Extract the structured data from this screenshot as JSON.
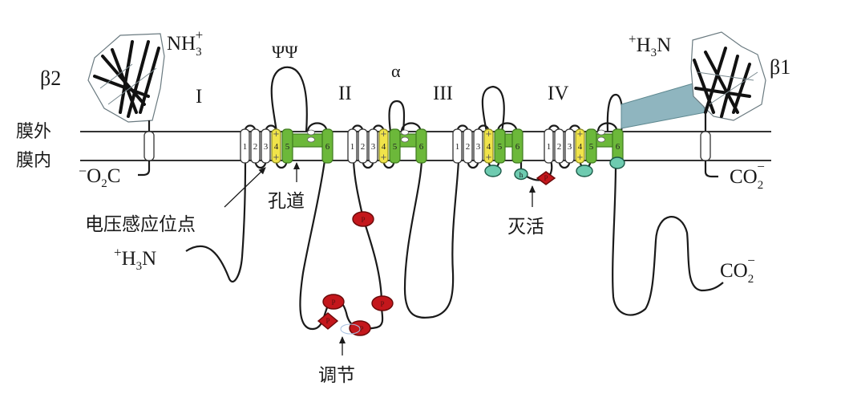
{
  "diagram": {
    "title": "Voltage-gated sodium channel α subunit with β1 and β2 subunits",
    "membrane": {
      "outside_label": "膜外",
      "inside_label": "膜内"
    },
    "domains": [
      {
        "id": "I",
        "label": "I"
      },
      {
        "id": "II",
        "label": "II"
      },
      {
        "id": "III",
        "label": "III"
      },
      {
        "id": "IV",
        "label": "IV"
      }
    ],
    "segments": [
      "1",
      "2",
      "3",
      "4",
      "5",
      "6"
    ],
    "voltage_sensor_marks": [
      "+",
      "+"
    ],
    "subunits": {
      "beta2": {
        "label": "β2",
        "n_terminus": "NH",
        "n_sub": "3",
        "n_sup": "+",
        "c_terminus_pre": "−",
        "c_terminus": "O",
        "c_sub": "2",
        "c_post": "C"
      },
      "beta1": {
        "label": "β1",
        "n_pre": "+",
        "n_terminus": "H",
        "n_sub": "3",
        "n_post": "N",
        "c_terminus": "CO",
        "c_sub": "2",
        "c_sup": "−"
      },
      "alpha": {
        "label": "α",
        "n_pre": "+",
        "n_terminus": "H",
        "n_sub": "3",
        "n_post": "N",
        "c_terminus": "CO",
        "c_sub": "2",
        "c_sup": "−"
      }
    },
    "glycosylation_label": "ΨΨ",
    "annotations": {
      "voltage_sensor": "电压感应位点",
      "pore": "孔道",
      "inactivation": "灭活",
      "regulation": "调节"
    },
    "markers": {
      "phospho": "P",
      "inactivation_gate": "h"
    },
    "colors": {
      "s4_voltage_sensor": "#f0e34a",
      "pore_segments": "#6cb83a",
      "gate_ovals": "#6ecbb0",
      "phosphorylation": "#c4171c",
      "beta1_link": "#8fb5bf"
    }
  }
}
